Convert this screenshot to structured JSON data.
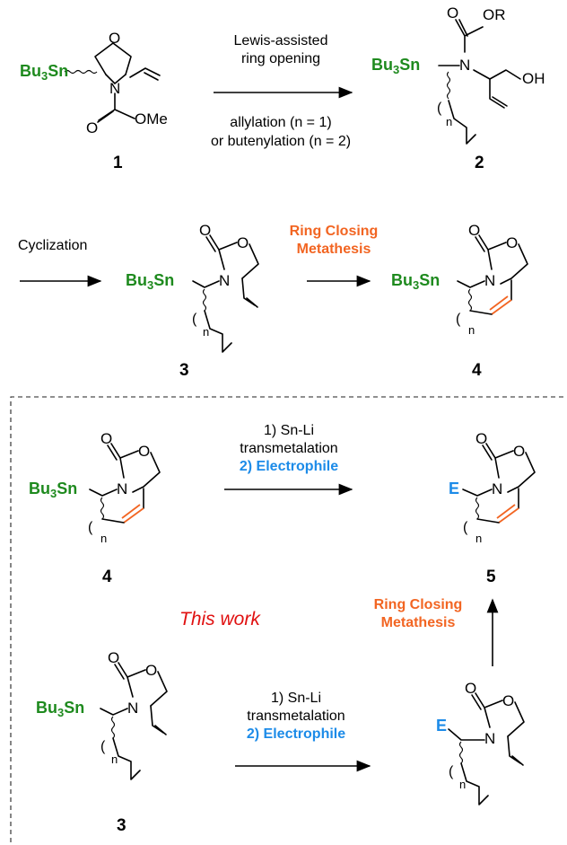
{
  "compounds": {
    "c1": {
      "label": "1",
      "stannyl": "Bu",
      "stannyl_sub": "3",
      "stannyl_tail": "Sn",
      "o_ring": "O",
      "n": "N",
      "o_carbonyl": "O",
      "ome": "OMe"
    },
    "c2": {
      "label": "2",
      "stannyl": "Bu",
      "stannyl_sub": "3",
      "stannyl_tail": "Sn",
      "o_carbonyl": "O",
      "or": "OR",
      "n": "N",
      "oh": "OH",
      "n_index": "n",
      "paren": "("
    },
    "c3a": {
      "label": "3",
      "stannyl": "Bu",
      "stannyl_sub": "3",
      "stannyl_tail": "Sn",
      "o_carbonyl": "O",
      "o_ring": "O",
      "n": "N",
      "n_index": "n",
      "paren": "("
    },
    "c4a": {
      "label": "4",
      "stannyl": "Bu",
      "stannyl_sub": "3",
      "stannyl_tail": "Sn",
      "o_carbonyl": "O",
      "o_ring": "O",
      "n": "N",
      "n_index": "n",
      "paren": "("
    },
    "c4b": {
      "label": "4",
      "stannyl": "Bu",
      "stannyl_sub": "3",
      "stannyl_tail": "Sn",
      "o_carbonyl": "O",
      "o_ring": "O",
      "n": "N",
      "n_index": "n",
      "paren": "("
    },
    "c5": {
      "label": "5",
      "e": "E",
      "o_carbonyl": "O",
      "o_ring": "O",
      "n": "N",
      "n_index": "n",
      "paren": "("
    },
    "c3b": {
      "label": "3",
      "stannyl": "Bu",
      "stannyl_sub": "3",
      "stannyl_tail": "Sn",
      "o_carbonyl": "O",
      "o_ring": "O",
      "n": "N",
      "n_index": "n",
      "paren": "("
    },
    "cE": {
      "e": "E",
      "o_carbonyl": "O",
      "o_ring": "O",
      "n": "N",
      "n_index": "n",
      "paren": "("
    }
  },
  "arrows": {
    "a1": {
      "above1": "Lewis-assisted",
      "above2": "ring opening",
      "below1": "allylation (n = 1)",
      "below2": "or butenylation (n = 2)"
    },
    "a2": {
      "label": "Cyclization"
    },
    "a3": {
      "line1": "Ring Closing",
      "line2": "Metathesis"
    },
    "a4": {
      "line1": "1) Sn-Li",
      "line2": "transmetalation",
      "line3": "2) Electrophile"
    },
    "a5": {
      "line1": "Ring Closing",
      "line2": "Metathesis"
    },
    "a6": {
      "line1": "1) Sn-Li",
      "line2": "transmetalation",
      "line3": "2) Electrophile"
    }
  },
  "this_work": "This work",
  "colors": {
    "stannyl": "#1e8a1e",
    "rcm": "#f26522",
    "electrophile": "#1c8be8",
    "this_work": "#e01010"
  }
}
